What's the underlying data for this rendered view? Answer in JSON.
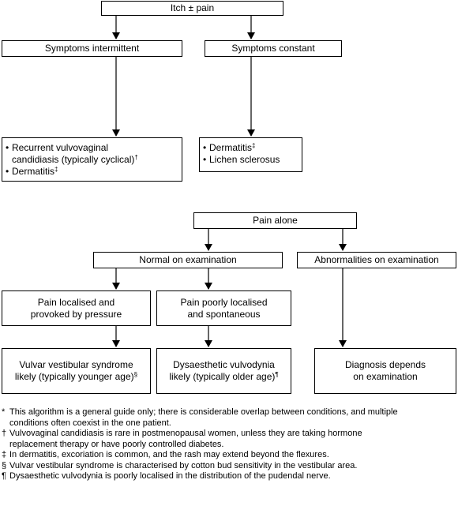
{
  "boxes": {
    "itch": {
      "text": "Itch ± pain"
    },
    "intermittent": {
      "text": "Symptoms intermittent"
    },
    "constant": {
      "text": "Symptoms constant"
    },
    "intermittent_dx": {
      "bullet": "•",
      "item1_line1": "Recurrent vulvovaginal",
      "item1_line2": "candidiasis (typically cyclical)",
      "item1_mark": "†",
      "item2": "Dermatitis",
      "item2_mark": "‡"
    },
    "constant_dx": {
      "bullet": "•",
      "item1": "Dermatitis",
      "item1_mark": "‡",
      "item2": "Lichen sclerosus"
    },
    "pain_alone": {
      "text": "Pain alone"
    },
    "normal": {
      "text": "Normal on examination"
    },
    "abnormal": {
      "text": "Abnormalities on examination"
    },
    "localised": {
      "line1": "Pain localised and",
      "line2": "provoked by pressure"
    },
    "poorly": {
      "line1": "Pain poorly localised",
      "line2": "and spontaneous"
    },
    "vestibular": {
      "line1": "Vulvar vestibular syndrome",
      "line2": "likely (typically younger age)",
      "mark": "§"
    },
    "dysaesthetic": {
      "line1": "Dysaesthetic vulvodynia",
      "line2": "likely (typically older age)",
      "mark": "¶"
    },
    "diagnosis": {
      "line1": "Diagnosis depends",
      "line2": "on examination"
    }
  },
  "footnotes": [
    {
      "mark": "*",
      "lines": [
        "This algorithm is a general guide only; there is considerable overlap between conditions, and multiple",
        "conditions often coexist in the one patient."
      ]
    },
    {
      "mark": "†",
      "lines": [
        "Vulvovaginal candidiasis is rare in postmenopausal women, unless they are taking hormone",
        "replacement therapy or have poorly controlled diabetes."
      ]
    },
    {
      "mark": "‡",
      "lines": [
        "In dermatitis, excoriation is common, and the rash may extend beyond the flexures."
      ]
    },
    {
      "mark": "§",
      "lines": [
        "Vulvar vestibular syndrome is characterised by cotton bud sensitivity in the vestibular area."
      ]
    },
    {
      "mark": "¶",
      "lines": [
        "Dysaesthetic vulvodynia is poorly localised in the distribution of the pudendal nerve."
      ]
    }
  ],
  "colors": {
    "line": "#000000",
    "background": "#ffffff"
  }
}
